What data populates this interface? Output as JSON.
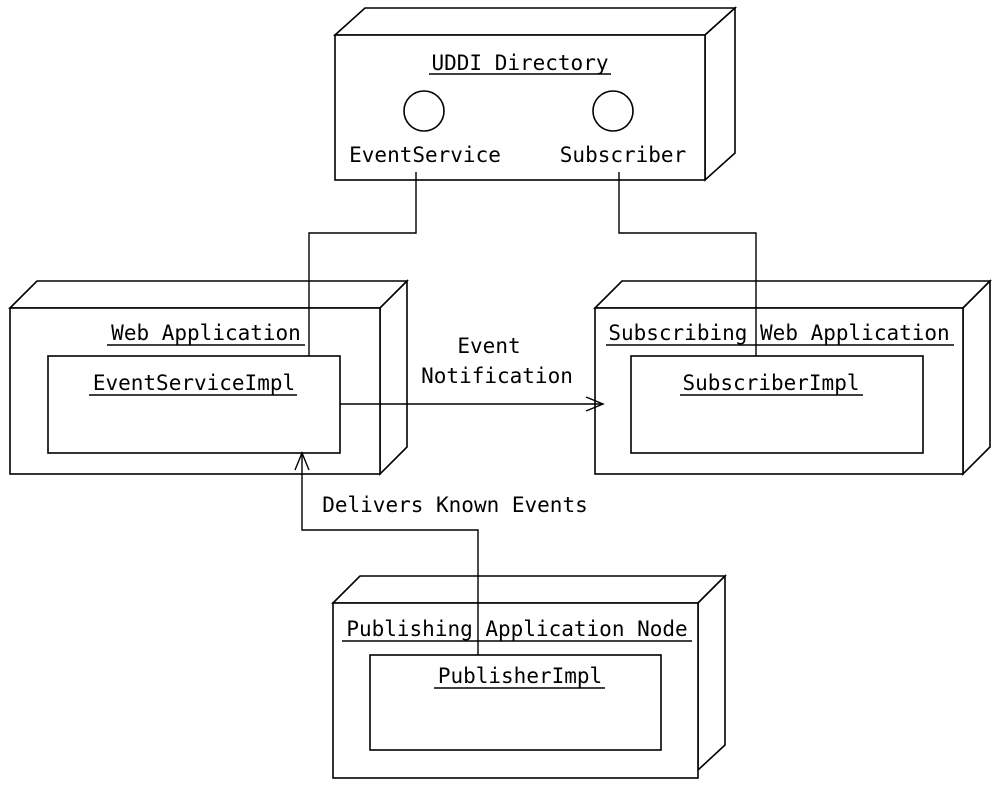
{
  "nodes": {
    "uddi": {
      "title": "UDDI Directory",
      "interfaces": [
        {
          "name": "EventService"
        },
        {
          "name": "Subscriber"
        }
      ]
    },
    "web_app": {
      "title": "Web Application",
      "component": "EventServiceImpl"
    },
    "subscribing_app": {
      "title": "Subscribing Web Application",
      "component": "SubscriberImpl"
    },
    "publishing_node": {
      "title": "Publishing Application Node",
      "component": "PublisherImpl"
    }
  },
  "connections": {
    "event_notification": {
      "line1": "Event",
      "line2": "Notification"
    },
    "delivers_events": {
      "label": "Delivers Known Events"
    }
  },
  "colors": {
    "stroke": "#000000",
    "background": "#ffffff"
  }
}
